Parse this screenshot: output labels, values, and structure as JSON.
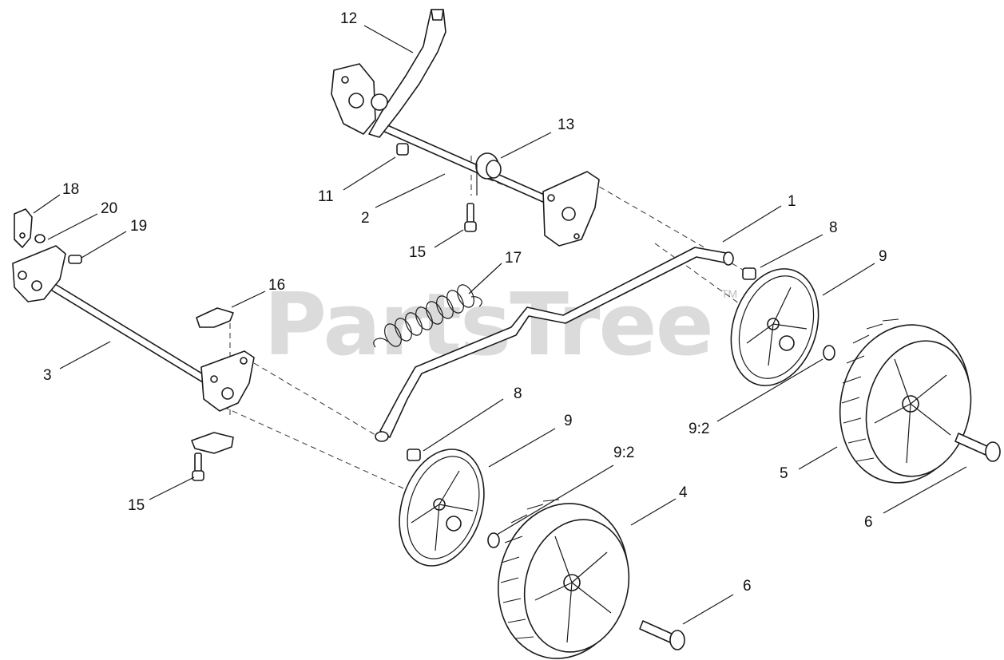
{
  "watermark": {
    "text": "PartsTree",
    "tm": "TM"
  },
  "callouts": [
    "12",
    "13",
    "11",
    "2",
    "1",
    "8",
    "15",
    "17",
    "18",
    "20",
    "19",
    "9",
    "16",
    "3",
    "9:2",
    "5",
    "8",
    "9",
    "9:2",
    "4",
    "15",
    "6",
    "6"
  ]
}
